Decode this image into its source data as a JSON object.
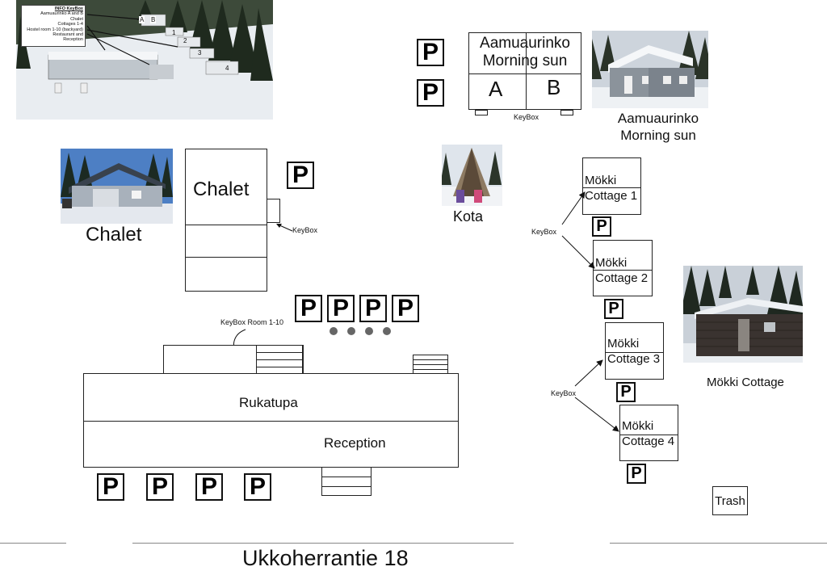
{
  "info_photo": {
    "title": "INFO KeyBox",
    "lines": [
      "Aamuaurinko A and B",
      "Chalet",
      "Cottages 1-4",
      "Hostel room 1-10 (backyard)",
      "Restaurant and",
      "Reception"
    ],
    "marks": {
      "a": "A",
      "b": "B",
      "n1": "1",
      "n2": "2",
      "n3": "3",
      "n4": "4"
    }
  },
  "parking_label": "P",
  "aamuaurinko": {
    "title_line1": "Aamuaurinko",
    "title_line2": "Morning sun",
    "unit_a": "A",
    "unit_b": "B",
    "keybox": "KeyBox",
    "photo_caption_line1": "Aamuaurinko",
    "photo_caption_line2": "Morning sun"
  },
  "chalet": {
    "label": "Chalet",
    "photo_caption": "Chalet",
    "keybox": "KeyBox"
  },
  "kota": {
    "caption": "Kota"
  },
  "cottages": {
    "keybox_upper": "KeyBox",
    "keybox_lower": "KeyBox",
    "items": [
      {
        "line1": "Mökki",
        "line2": "Cottage 1"
      },
      {
        "line1": "Mökki",
        "line2": "Cottage 2"
      },
      {
        "line1": "Mökki",
        "line2": "Cottage 3"
      },
      {
        "line1": "Mökki",
        "line2": "Cottage 4"
      }
    ],
    "photo_caption": "Mökki Cottage"
  },
  "main_building": {
    "keybox_rooms": "KeyBox Room 1-10",
    "rukatupa": "Rukatupa",
    "reception": "Reception"
  },
  "trash": "Trash",
  "address": "Ukkoherrantie 18"
}
